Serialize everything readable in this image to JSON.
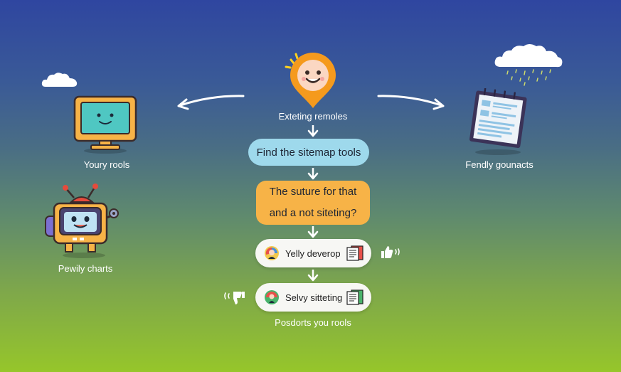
{
  "top_node": {
    "label": "Exteting remoles"
  },
  "left_tool": {
    "label": "Youry rools"
  },
  "right_tool": {
    "label": "Fendly gounacts"
  },
  "robot": {
    "label": "Pewily charts"
  },
  "step_find": {
    "label": "Find the sitemap tools"
  },
  "step_question": {
    "line1": "The suture for that",
    "line2": "and a not siteting?"
  },
  "result_positive": {
    "label": "Yelly deverop"
  },
  "result_negative": {
    "label": "Selvy sitteting"
  },
  "footer": {
    "label": "Posdorts you rools"
  },
  "colors": {
    "accent_blue": "#9ed9ec",
    "accent_orange": "#f7b347",
    "pin": "#f59a1d"
  },
  "icons": [
    "pin-face-icon",
    "monitor-icon",
    "robot-icon",
    "notebook-icon",
    "cloud-icon",
    "thumbs-up-icon",
    "thumbs-down-icon",
    "document-icon"
  ]
}
